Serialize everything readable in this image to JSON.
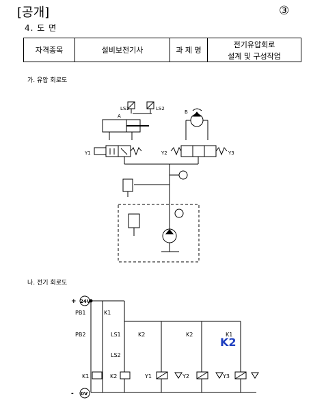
{
  "header": {
    "title": "[공개]",
    "number": "③"
  },
  "section": "4. 도 면",
  "info": {
    "label1": "자격종목",
    "value1": "설비보전기사",
    "label2": "과 제 명",
    "value2_line1": "전기유압회로",
    "value2_line2": "설계 및 구성작업"
  },
  "hydraulic": {
    "title": "가. 유압 회로도",
    "labels": {
      "ls1": "LS1",
      "ls2": "LS2",
      "a": "A",
      "b": "B",
      "y1": "Y1",
      "y2": "Y2",
      "y3": "Y3"
    }
  },
  "electric": {
    "title": "나. 전기 회로도",
    "labels": {
      "plus": "+",
      "v24": "24V",
      "minus": "-",
      "v0": "0V",
      "pb1": "PB1",
      "pb2": "PB2",
      "k1_contact": "K1",
      "ls1": "LS1",
      "ls2": "LS2",
      "k2_contact_a": "K2",
      "k2_contact_b": "K2",
      "k1_contact_b": "K1",
      "k2_big": "K2",
      "coil_k1": "K1",
      "coil_k2": "K2",
      "coil_y1": "Y1",
      "coil_y2": "Y2",
      "coil_y3": "Y3"
    }
  }
}
